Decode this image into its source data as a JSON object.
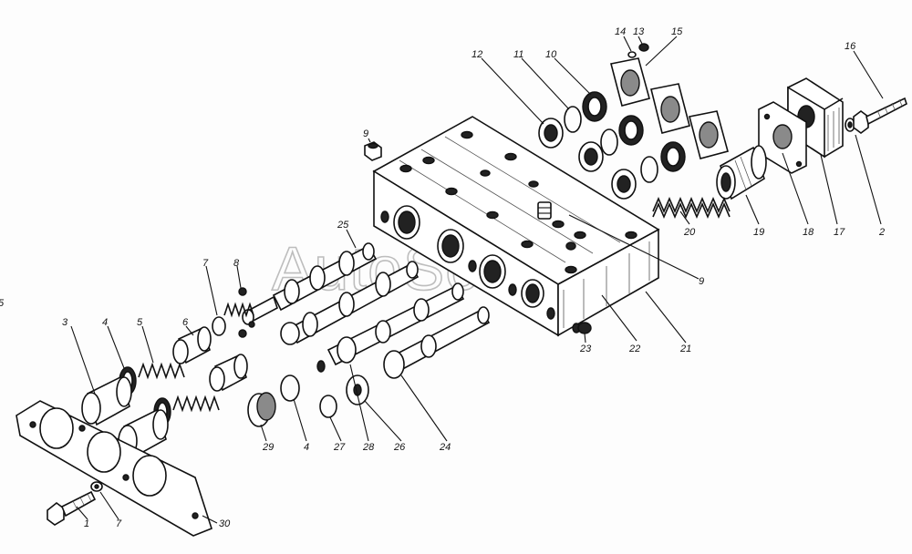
{
  "watermark": "AutoSoft",
  "edge_mark": "5",
  "callouts": [
    {
      "id": "c1",
      "text": "1"
    },
    {
      "id": "c2",
      "text": "2"
    },
    {
      "id": "c3",
      "text": "3"
    },
    {
      "id": "c4a",
      "text": "4"
    },
    {
      "id": "c4b",
      "text": "4"
    },
    {
      "id": "c5",
      "text": "5"
    },
    {
      "id": "c6",
      "text": "6"
    },
    {
      "id": "c7a",
      "text": "7"
    },
    {
      "id": "c7b",
      "text": "7"
    },
    {
      "id": "c8",
      "text": "8"
    },
    {
      "id": "c9a",
      "text": "9"
    },
    {
      "id": "c9b",
      "text": "9"
    },
    {
      "id": "c10",
      "text": "10"
    },
    {
      "id": "c11",
      "text": "11"
    },
    {
      "id": "c12",
      "text": "12"
    },
    {
      "id": "c13",
      "text": "13"
    },
    {
      "id": "c14",
      "text": "14"
    },
    {
      "id": "c15",
      "text": "15"
    },
    {
      "id": "c16",
      "text": "16"
    },
    {
      "id": "c17",
      "text": "17"
    },
    {
      "id": "c18",
      "text": "18"
    },
    {
      "id": "c19",
      "text": "19"
    },
    {
      "id": "c20",
      "text": "20"
    },
    {
      "id": "c21",
      "text": "21"
    },
    {
      "id": "c22",
      "text": "22"
    },
    {
      "id": "c23",
      "text": "23"
    },
    {
      "id": "c24",
      "text": "24"
    },
    {
      "id": "c25",
      "text": "25"
    },
    {
      "id": "c26",
      "text": "26"
    },
    {
      "id": "c27",
      "text": "27"
    },
    {
      "id": "c28",
      "text": "28"
    },
    {
      "id": "c29",
      "text": "29"
    },
    {
      "id": "c30",
      "text": "30"
    }
  ]
}
